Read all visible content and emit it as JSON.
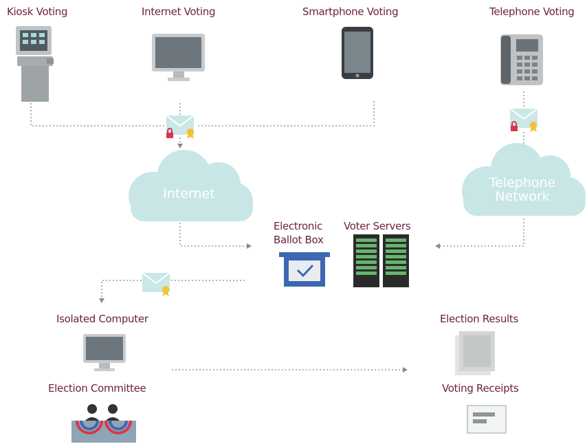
{
  "labels": {
    "kiosk": "Kiosk Voting",
    "internet_voting": "Internet Voting",
    "smartphone": "Smartphone Voting",
    "telephone": "Telephone Voting",
    "internet_cloud": "Internet",
    "telephone_cloud_line1": "Telephone",
    "telephone_cloud_line2": "Network",
    "ballot_box_line1": "Electronic",
    "ballot_box_line2": "Ballot Box",
    "voter_servers": "Voter Servers",
    "isolated_computer": "Isolated Computer",
    "election_committee": "Election Committee",
    "election_results": "Election Results",
    "voting_receipts": "Voting Receipts"
  },
  "colors": {
    "label": "#6b1f3a",
    "cloud": "#c9e6e6",
    "envelope": "#cbe7e6",
    "seal": "#f2c230",
    "lock": "#d9364b",
    "connector": "#9a9a9a",
    "ballot_box": "#3d67b3"
  }
}
